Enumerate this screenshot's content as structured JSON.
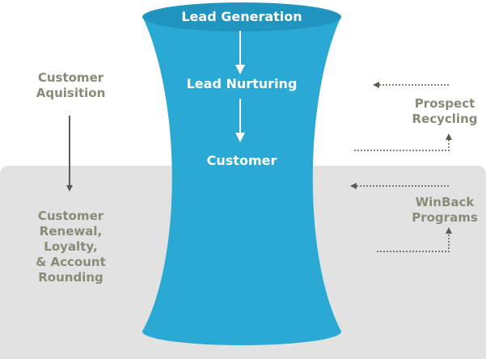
{
  "funnel": {
    "stages": [
      "Lead Generation",
      "Lead Nurturing",
      "Customer"
    ],
    "color": "#2aa9d4",
    "rim_color": "#1f95c0"
  },
  "left": {
    "top_label": "Customer\nAquisition",
    "bottom_label": "Customer\nRenewal,\nLoyalty,\n& Account\nRounding"
  },
  "right": {
    "top_label": "Prospect\nRecycling",
    "bottom_label": "WinBack\nPrograms"
  },
  "colors": {
    "text": "#8a8a78",
    "arrow": "#5b5b52",
    "background_band": "#e2e2e2"
  }
}
